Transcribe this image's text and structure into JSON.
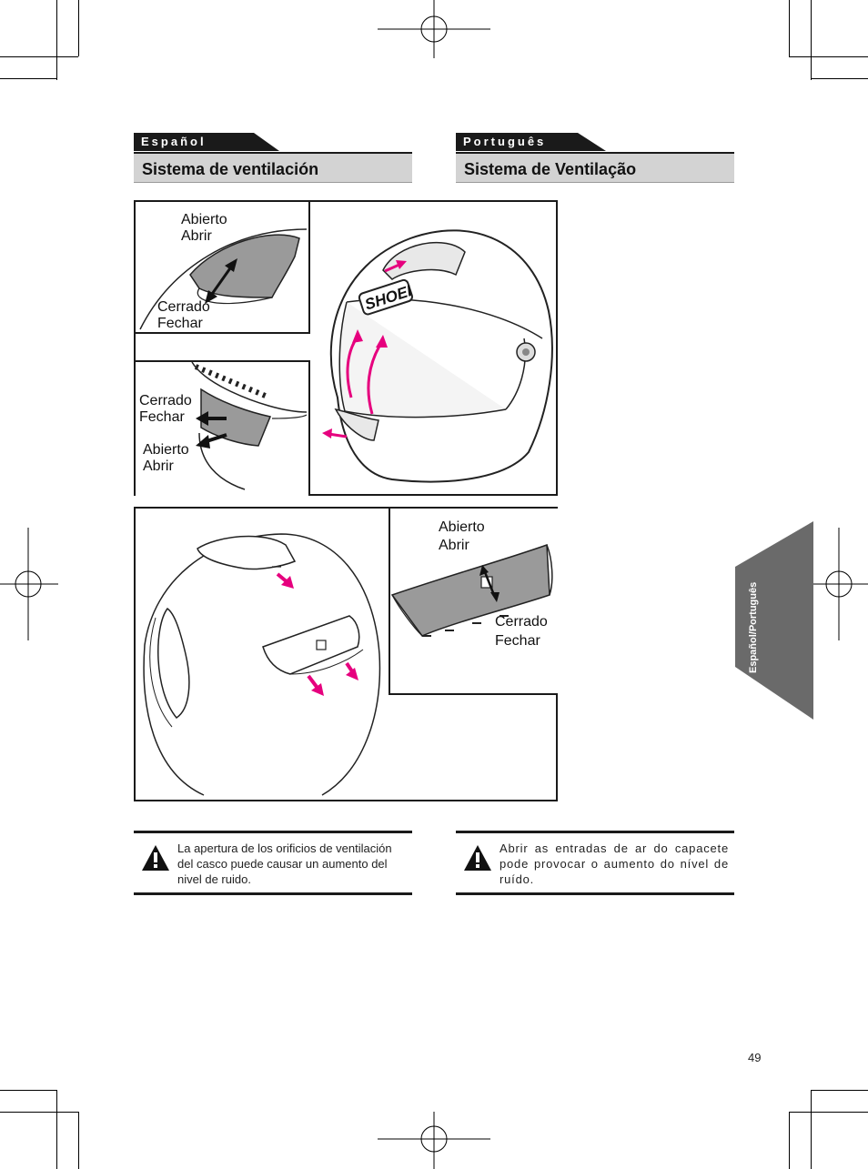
{
  "sections": {
    "es": {
      "lang": "Español",
      "title": "Sistema de ventilación"
    },
    "pt": {
      "lang": "Português",
      "title": "Sistema de Ventilação"
    }
  },
  "labels": {
    "top_open": "Abierto\nAbrir",
    "top_closed": "Cerrado\nFechar",
    "chin_closed": "Cerrado\nFechar",
    "chin_open": "Abierto\nAbrir",
    "rear_open": "Abierto\nAbrir",
    "rear_closed": "Cerrado\nFechar"
  },
  "helmet_brand": "SHOEI",
  "warnings": {
    "es": "La apertura de los orificios de ventilación del casco puede causar un aumento del nivel de ruido.",
    "pt": "Abrir as entradas de ar do capacete pode provocar o aumento do nível de ruído."
  },
  "side_tab": "Español/Português",
  "page_number": "49",
  "colors": {
    "accent_arrow": "#e6007e",
    "header_bar": "#1a1a1a",
    "title_bg": "#d3d3d3",
    "side_tab": "#6a6a6a"
  }
}
